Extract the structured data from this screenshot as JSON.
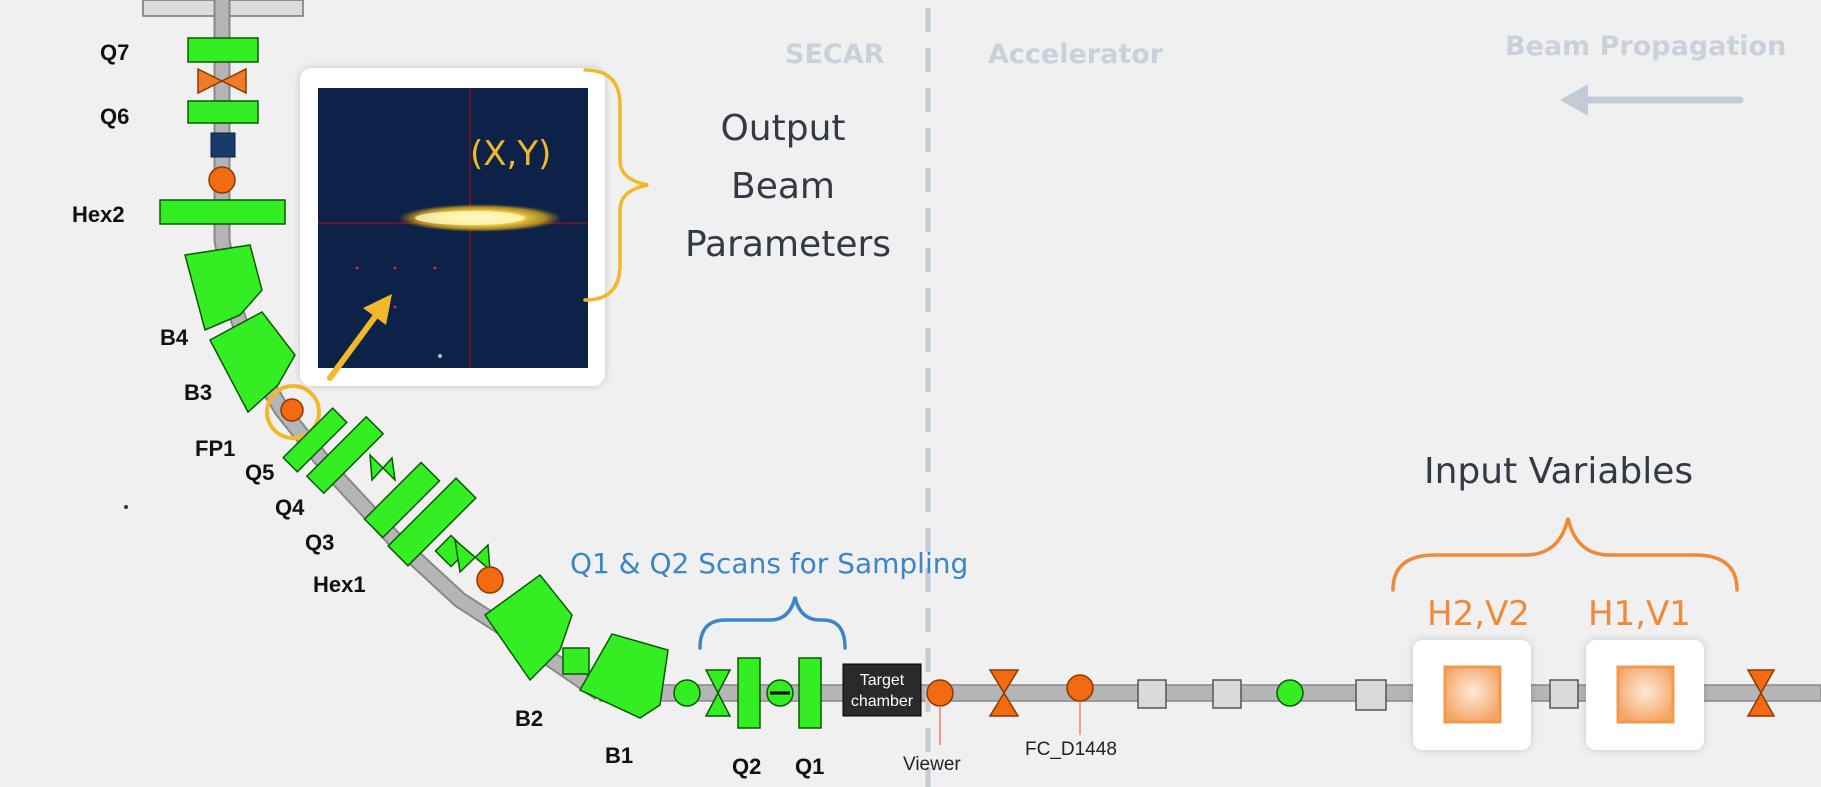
{
  "regions": {
    "secar": "SECAR",
    "accelerator": "Accelerator",
    "beam_propagation": "Beam Propagation"
  },
  "output_label": {
    "line1": "Output",
    "line2": "Beam",
    "line3": "Parameters"
  },
  "inset_label": "(X,Y)",
  "input_variables_label": "Input Variables",
  "scan_label": "Q1 & Q2 Scans for Sampling",
  "correctors": [
    "H2,V2",
    "H1,V1"
  ],
  "target_label": {
    "line1": "Target",
    "line2": "chamber"
  },
  "elements": {
    "q7": "Q7",
    "q6": "Q6",
    "hex2": "Hex2",
    "b4": "B4",
    "b3": "B3",
    "fp1": "FP1",
    "q5": "Q5",
    "q4": "Q4",
    "q3": "Q3",
    "hex1": "Hex1",
    "b2": "B2",
    "b1": "B1",
    "q2": "Q2",
    "q1": "Q1",
    "viewer": "Viewer",
    "fc": "FC_D1448"
  },
  "colors": {
    "magnet_green": "#33ee22",
    "bpm_orange": "#f26a12",
    "beam_pipe": "#b5b5b5",
    "gold": "#f2b82c",
    "scan_blue": "#3a86c8",
    "input_orange": "#ee8a3a",
    "region_text": "#c9d2db",
    "inset_background": "#0c2246"
  },
  "icons": [
    "arrow-left-icon",
    "curly-brace-icon",
    "arrow-up-right-icon"
  ]
}
